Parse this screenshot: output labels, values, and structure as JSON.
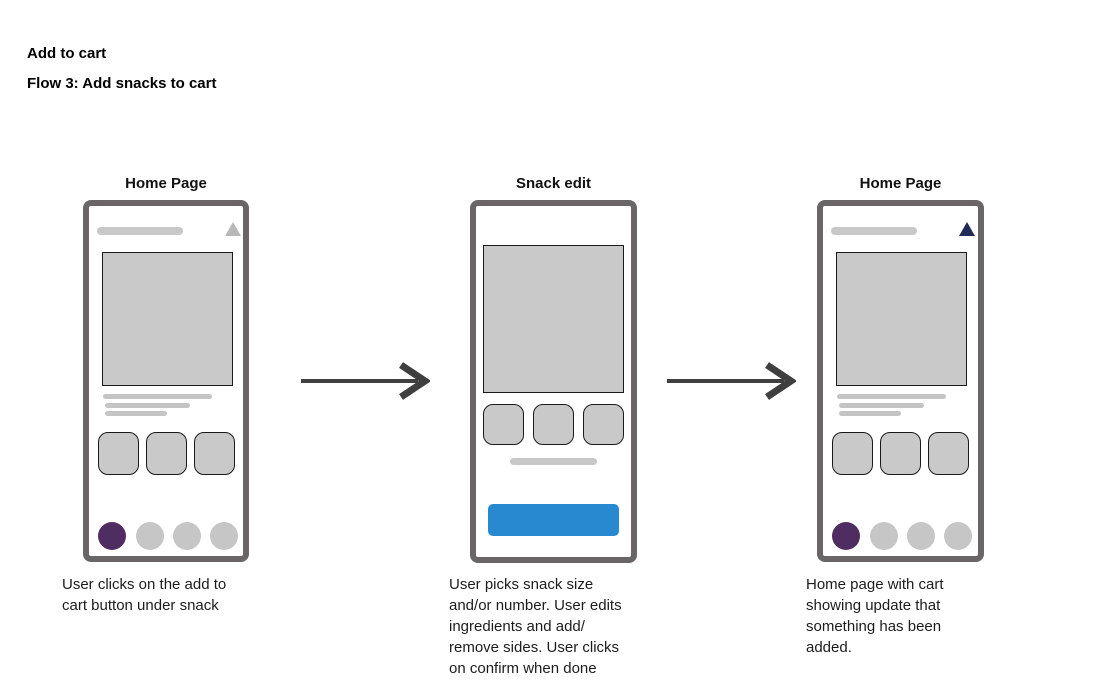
{
  "header": {
    "title": "Add to cart",
    "subtitle": "Flow 3: Add snacks to cart"
  },
  "colors": {
    "frame": "#6a6667",
    "fill_gray": "#c9c9c9",
    "line_gray": "#c8c8c8",
    "stroke_black": "#1a1a1a",
    "tri_gray": "#b8b8b8",
    "tri_navy": "#222b57",
    "purple": "#4f2d60",
    "blue": "#2889d0",
    "arrow": "#3f3f3f"
  },
  "icons": {
    "triangle_inactive": "notification-triangle-icon (gray)",
    "triangle_active": "notification-triangle-icon (navy, cart updated)"
  },
  "steps": [
    {
      "title": "Home Page",
      "caption": "User clicks on the add to\ncart button under snack"
    },
    {
      "title": "Snack edit",
      "caption": "User picks snack size\nand/or number. User edits\ningredients and add/\nremove sides. User clicks\non confirm when done"
    },
    {
      "title": "Home Page",
      "caption": "Home page with cart\nshowing update that\nsomething has been\nadded."
    }
  ]
}
